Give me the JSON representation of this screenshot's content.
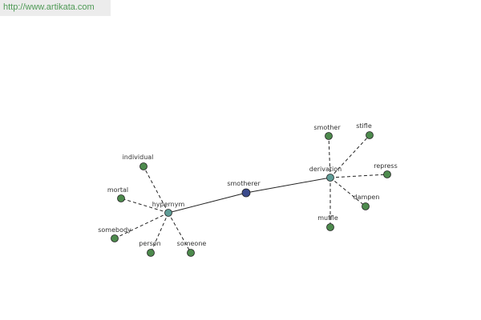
{
  "header": {
    "url": "http://www.artikata.com"
  },
  "colors": {
    "center": "#3b4a8c",
    "hub": "#5e9c96",
    "leaf": "#4d8a4d",
    "stroke": "#222222"
  },
  "graph": {
    "nodes": [
      {
        "id": "smotherer",
        "label": "smotherer",
        "kind": "center"
      },
      {
        "id": "hypernym",
        "label": "hypernym",
        "kind": "hub"
      },
      {
        "id": "derivation",
        "label": "derivation",
        "kind": "hub"
      },
      {
        "id": "individual",
        "label": "individual",
        "kind": "leaf"
      },
      {
        "id": "mortal",
        "label": "mortal",
        "kind": "leaf"
      },
      {
        "id": "somebody",
        "label": "somebody",
        "kind": "leaf"
      },
      {
        "id": "person",
        "label": "person",
        "kind": "leaf"
      },
      {
        "id": "someone",
        "label": "someone",
        "kind": "leaf"
      },
      {
        "id": "smother",
        "label": "smother",
        "kind": "leaf"
      },
      {
        "id": "stifle",
        "label": "stifle",
        "kind": "leaf"
      },
      {
        "id": "repress",
        "label": "repress",
        "kind": "leaf"
      },
      {
        "id": "dampen",
        "label": "dampen",
        "kind": "leaf"
      },
      {
        "id": "muffle",
        "label": "muffle",
        "kind": "leaf"
      }
    ],
    "edges": [
      {
        "from": "smotherer",
        "to": "hypernym",
        "style": "solid"
      },
      {
        "from": "smotherer",
        "to": "derivation",
        "style": "solid"
      },
      {
        "from": "hypernym",
        "to": "individual",
        "style": "dashed"
      },
      {
        "from": "hypernym",
        "to": "mortal",
        "style": "dashed"
      },
      {
        "from": "hypernym",
        "to": "somebody",
        "style": "dashed"
      },
      {
        "from": "hypernym",
        "to": "person",
        "style": "dashed"
      },
      {
        "from": "hypernym",
        "to": "someone",
        "style": "dashed"
      },
      {
        "from": "derivation",
        "to": "smother",
        "style": "dashed"
      },
      {
        "from": "derivation",
        "to": "stifle",
        "style": "dashed"
      },
      {
        "from": "derivation",
        "to": "repress",
        "style": "dashed"
      },
      {
        "from": "derivation",
        "to": "dampen",
        "style": "dashed"
      },
      {
        "from": "derivation",
        "to": "muffle",
        "style": "dashed"
      }
    ]
  }
}
